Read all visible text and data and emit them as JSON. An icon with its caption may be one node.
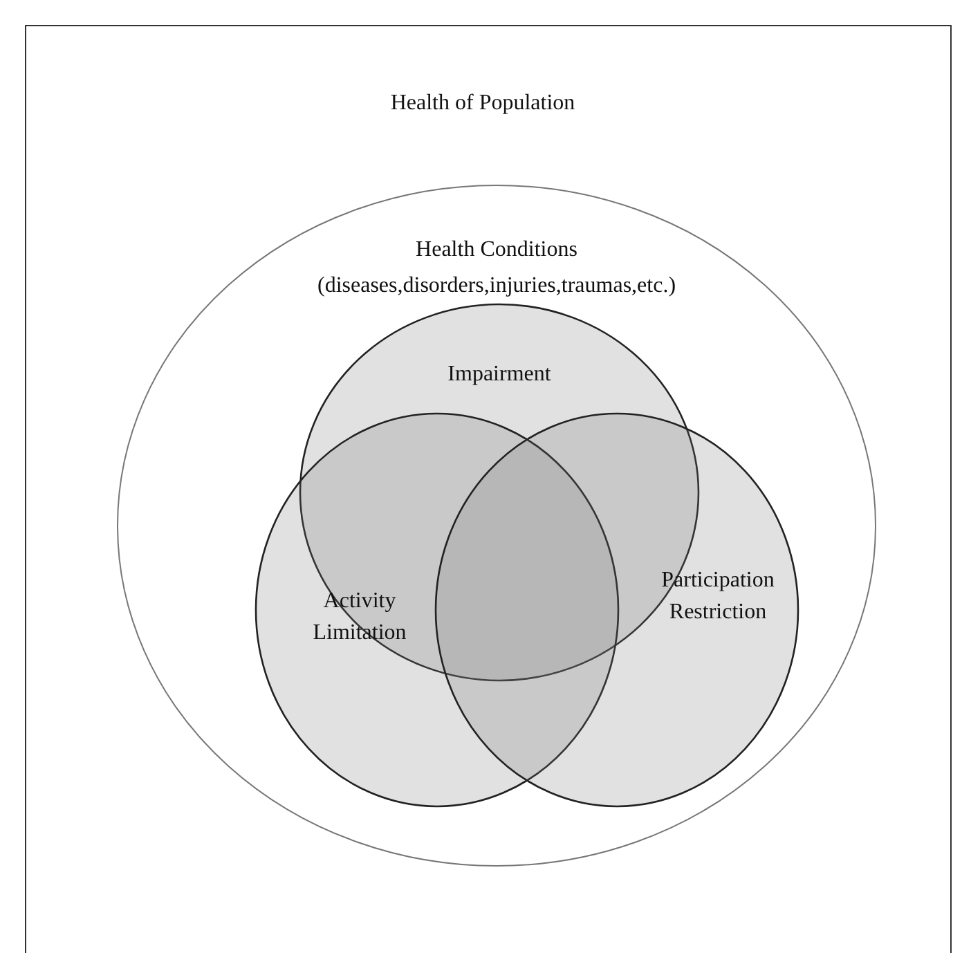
{
  "diagram": {
    "nodes": [
      {
        "text": [
          "Health of Population"
        ]
      },
      {
        "text": [
          "Health Conditions",
          "(diseases,disorders,injuries,traumas,etc.)"
        ],
        "in": 0
      },
      {
        "text": [
          "Impairment"
        ],
        "in": 1
      },
      {
        "text": [
          "Activity Limitation"
        ],
        "in": 1
      },
      {
        "text": [
          "Participation Restriction"
        ],
        "in": 1
      }
    ]
  }
}
